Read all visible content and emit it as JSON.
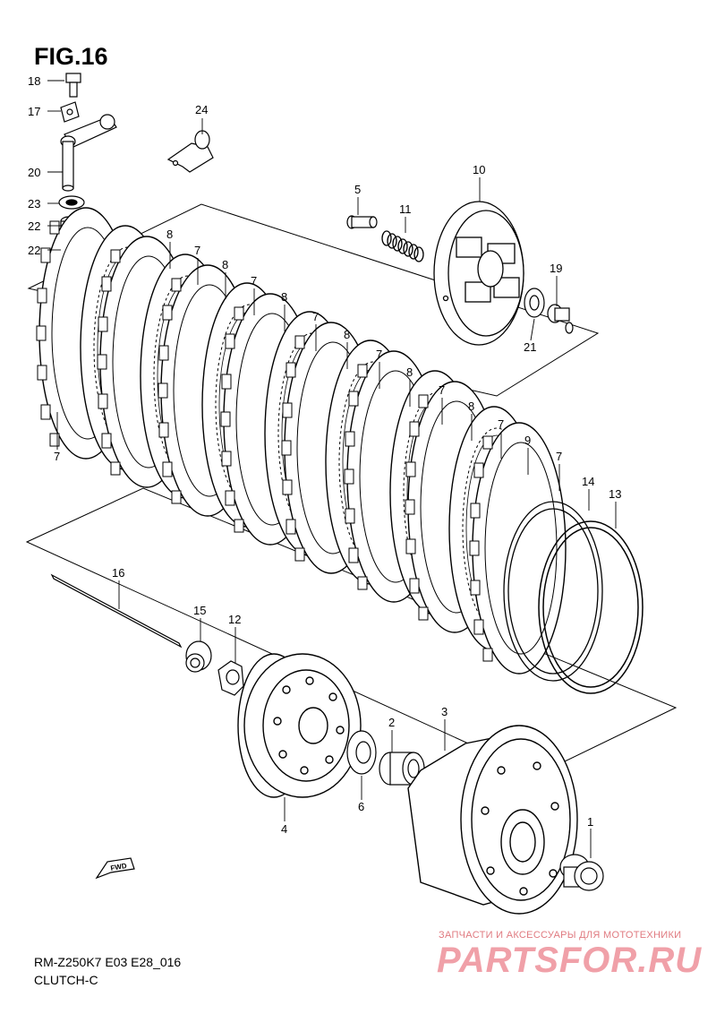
{
  "figure": {
    "title": "FIG.16",
    "model_code": "RM-Z250K7 E03 E28_016",
    "group_name": "CLUTCH-C"
  },
  "watermark": {
    "tagline": "ЗАПЧАСТИ И АКСЕССУАРЫ ДЛЯ МОТОТЕХНИКИ",
    "brand": "PARTSFOR.RU"
  },
  "direction_marker": {
    "label": "FWD",
    "icon": "fwd-arrow-icon"
  },
  "callouts": [
    {
      "id": "c18",
      "label": "18"
    },
    {
      "id": "c17",
      "label": "17"
    },
    {
      "id": "c20",
      "label": "20"
    },
    {
      "id": "c23",
      "label": "23"
    },
    {
      "id": "c22a",
      "label": "22"
    },
    {
      "id": "c22b",
      "label": "22"
    },
    {
      "id": "c24",
      "label": "24"
    },
    {
      "id": "c5",
      "label": "5"
    },
    {
      "id": "c11",
      "label": "11"
    },
    {
      "id": "c10",
      "label": "10"
    },
    {
      "id": "c19",
      "label": "19"
    },
    {
      "id": "c21",
      "label": "21"
    },
    {
      "id": "c8a",
      "label": "8"
    },
    {
      "id": "c7a",
      "label": "7"
    },
    {
      "id": "c8b",
      "label": "8"
    },
    {
      "id": "c7b",
      "label": "7"
    },
    {
      "id": "c8c",
      "label": "8"
    },
    {
      "id": "c7c",
      "label": "7"
    },
    {
      "id": "c8d",
      "label": "8"
    },
    {
      "id": "c7d",
      "label": "7"
    },
    {
      "id": "c8e",
      "label": "8"
    },
    {
      "id": "c7e",
      "label": "7"
    },
    {
      "id": "c8f",
      "label": "8"
    },
    {
      "id": "c7f",
      "label": "7"
    },
    {
      "id": "c9",
      "label": "9"
    },
    {
      "id": "c7g",
      "label": "7"
    },
    {
      "id": "c14",
      "label": "14"
    },
    {
      "id": "c13",
      "label": "13"
    },
    {
      "id": "c7h",
      "label": "7"
    },
    {
      "id": "c16",
      "label": "16"
    },
    {
      "id": "c15",
      "label": "15"
    },
    {
      "id": "c12",
      "label": "12"
    },
    {
      "id": "c2",
      "label": "2"
    },
    {
      "id": "c3",
      "label": "3"
    },
    {
      "id": "c4",
      "label": "4"
    },
    {
      "id": "c6",
      "label": "6"
    },
    {
      "id": "c1",
      "label": "1"
    }
  ]
}
